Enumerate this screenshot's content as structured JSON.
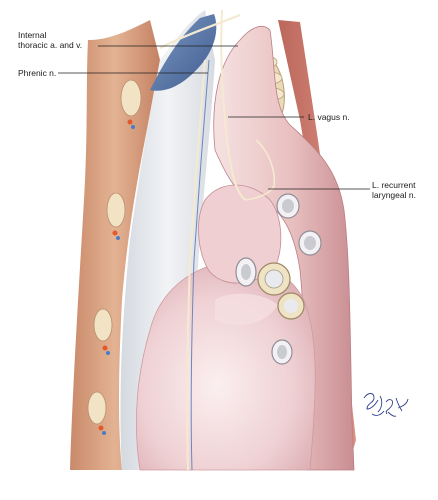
{
  "labels": {
    "internal_thoracic": {
      "line1": "Internal",
      "line2": "thoracic a. and v."
    },
    "phrenic": {
      "text": "Phrenic n."
    },
    "vagus": {
      "text": "L. vagus n."
    },
    "recurrent_laryngeal": {
      "line1": "L. recurrent",
      "line2": "laryngeal n."
    }
  },
  "signature": {
    "text": "Gary Willard"
  },
  "colors": {
    "rib_wall": "#d9a585",
    "pleura": "#e4e7eb",
    "vessel_blue": "#4e6d9e",
    "aorta_pink": "#e9c3c3",
    "heart_pink": "#f0d6d8",
    "muscle_red": "#c76a5c",
    "vertebra_cream": "#eee0c0",
    "nerve": "#f4ead0"
  }
}
